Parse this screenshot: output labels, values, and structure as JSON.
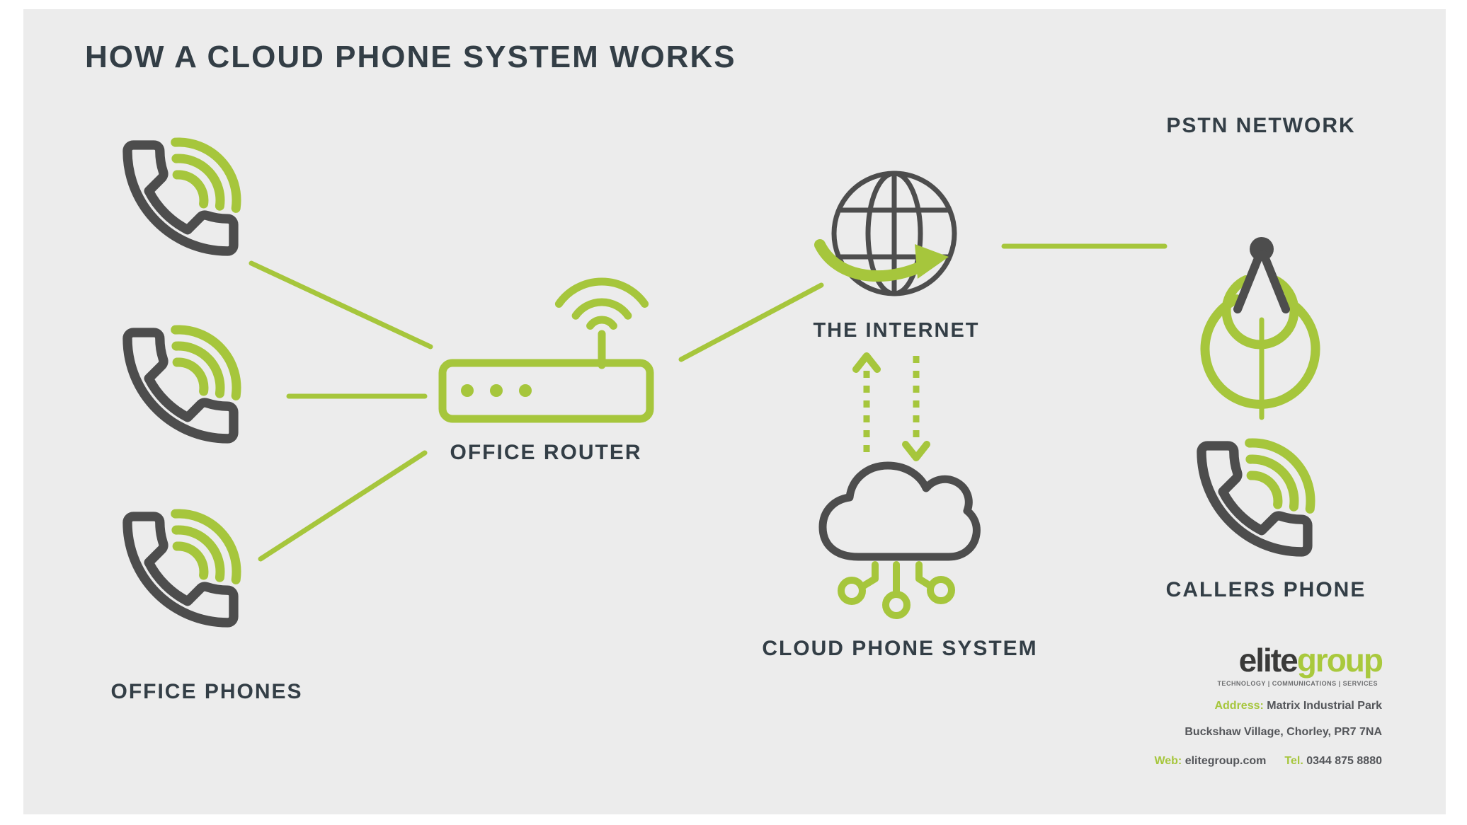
{
  "title": "HOW A CLOUD PHONE SYSTEM WORKS",
  "colors": {
    "green": "#a6c63c",
    "icon_gray": "#4d4d4d",
    "label_text": "#333e46",
    "canvas_bg": "#ececec",
    "page_bg": "#ffffff"
  },
  "nodes": [
    {
      "id": "office-phones",
      "label": "OFFICE PHONES",
      "icon": "phone-handset-with-signal",
      "count": 3
    },
    {
      "id": "office-router",
      "label": "OFFICE ROUTER",
      "icon": "wifi-router"
    },
    {
      "id": "the-internet",
      "label": "THE INTERNET",
      "icon": "globe-with-arrow"
    },
    {
      "id": "cloud-phone-system",
      "label": "CLOUD PHONE SYSTEM",
      "icon": "cloud-with-network-nodes"
    },
    {
      "id": "pstn-network",
      "label": "PSTN NETWORK",
      "icon": "antenna-broadcast"
    },
    {
      "id": "callers-phone",
      "label": "CALLERS PHONE",
      "icon": "phone-handset-with-signal"
    }
  ],
  "edges": [
    {
      "from": "office-phone-1",
      "to": "office-router",
      "style": "solid"
    },
    {
      "from": "office-phone-2",
      "to": "office-router",
      "style": "solid"
    },
    {
      "from": "office-phone-3",
      "to": "office-router",
      "style": "solid"
    },
    {
      "from": "office-router",
      "to": "the-internet",
      "style": "solid"
    },
    {
      "from": "the-internet",
      "to": "pstn-network",
      "style": "solid"
    },
    {
      "from": "the-internet",
      "to": "cloud-phone-system",
      "style": "dashed-up-down-arrows"
    },
    {
      "from": "pstn-network",
      "to": "callers-phone",
      "style": "solid"
    }
  ],
  "footer": {
    "logo_primary": "elite",
    "logo_secondary": "group",
    "tagline": "TECHNOLOGY | COMMUNICATIONS | SERVICES",
    "address_label": "Address:",
    "address_line1": "Matrix Industrial Park",
    "address_line2": "Buckshaw Village, Chorley, PR7 7NA",
    "web_label": "Web:",
    "web_value": "elitegroup.com",
    "tel_label": "Tel.",
    "tel_value": "0344 875 8880"
  }
}
